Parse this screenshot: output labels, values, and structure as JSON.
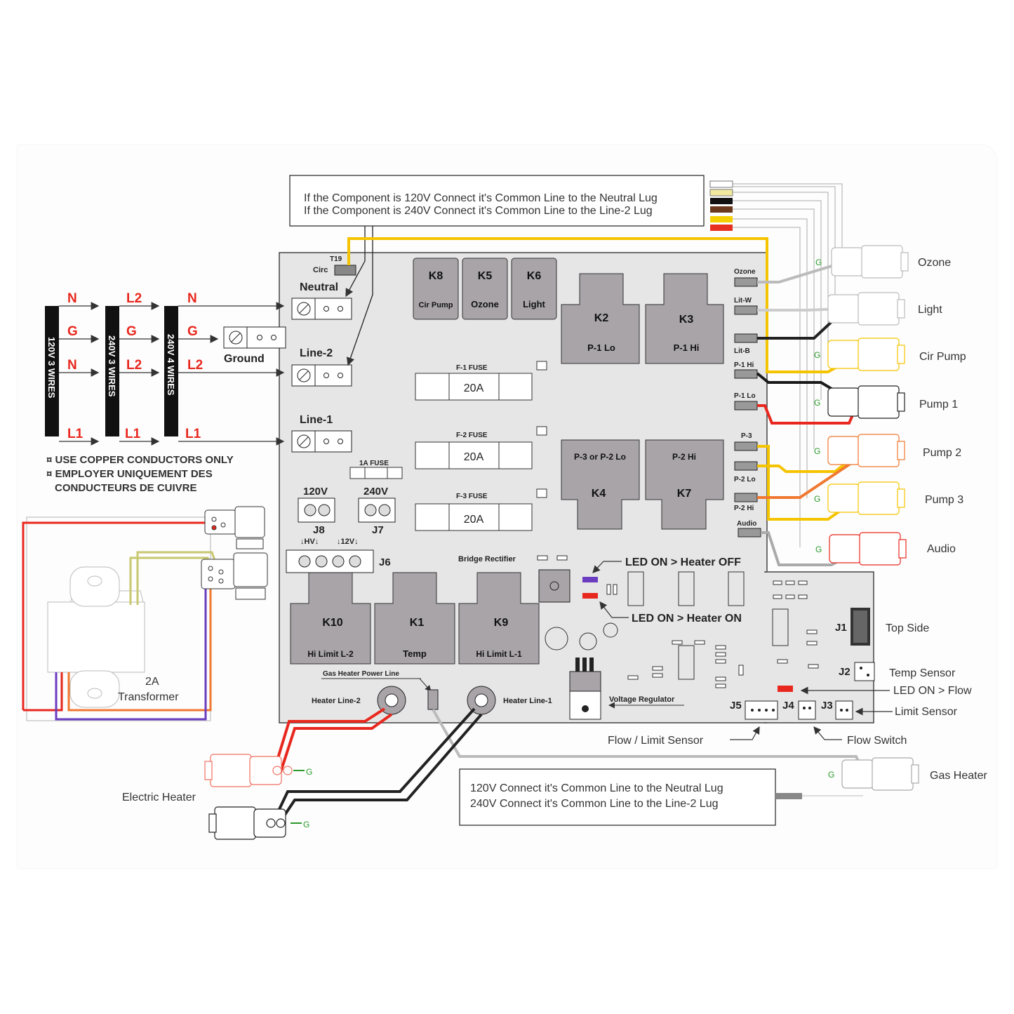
{
  "notes": {
    "top_line1": "If the Component is 120V Connect it's Common Line to the Neutral Lug",
    "top_line2": "If the Component is 240V Connect it's Common Line to the Line-2 Lug",
    "bottom_line1": "120V Connect it's Common Line to the Neutral Lug",
    "bottom_line2": "240V Connect it's Common Line to the Line-2 Lug",
    "copper1": "¤ USE COPPER CONDUCTORS ONLY",
    "copper2": "¤ EMPLOYER UNIQUEMENT DES",
    "copper3": "CONDUCTEURS DE CUIVRE"
  },
  "supply": {
    "wires120": "120V 3 WIRES",
    "wires240_3": "240V 3 WIRES",
    "wires240_4": "240V 4 WIRES",
    "col1": [
      "N",
      "G",
      "N",
      "L1"
    ],
    "col2": [
      "L2",
      "G",
      "L2",
      "L1"
    ],
    "col3": [
      "N",
      "G",
      "L2",
      "L1"
    ]
  },
  "lugs": {
    "neutral": "Neutral",
    "line2": "Line-2",
    "line1": "Line-1",
    "ground": "Ground",
    "t19": "T19",
    "circ": "Circ"
  },
  "relays": {
    "k8": "K8",
    "k8_sub": "Cir Pump",
    "k5": "K5",
    "k5_sub": "Ozone",
    "k6": "K6",
    "k6_sub": "Light",
    "k2": "K2",
    "k2_sub": "P-1 Lo",
    "k3": "K3",
    "k3_sub": "P-1 Hi",
    "k4": "K4",
    "k4_sub": "P-3 or P-2 Lo",
    "k7": "K7",
    "k7_sub": "P-2 Hi",
    "k10": "K10",
    "k10_sub": "Hi Limit L-2",
    "k1": "K1",
    "k1_sub": "Temp",
    "k9": "K9",
    "k9_sub": "Hi Limit L-1"
  },
  "fuses": {
    "f1": "F-1 FUSE",
    "f2": "F-2 FUSE",
    "f3": "F-3 FUSE",
    "rating": "20A",
    "small": "1A FUSE"
  },
  "jumpers": {
    "v120": "120V",
    "v240": "240V",
    "j8": "J8",
    "j7": "J7",
    "j6": "J6",
    "hv": "↓HV↓",
    "v12": "↓12V↓"
  },
  "board": {
    "bridge": "Bridge Rectifier",
    "led_off": "LED ON > Heater OFF",
    "led_on": "LED ON > Heater ON",
    "gas_line": "Gas Heater Power Line",
    "heater_l2": "Heater Line-2",
    "heater_l1": "Heater Line-1",
    "vreg": "Voltage Regulator"
  },
  "ports": {
    "ozone": "Ozone",
    "litw": "Lit-W",
    "litb": "Lit-B",
    "p1hi": "P-1 Hi",
    "p1lo": "P-1 Lo",
    "p3": "P-3",
    "p2lo": "P-2 Lo",
    "p2hi": "P-2 Hi",
    "audio": "Audio"
  },
  "outputs": [
    "Ozone",
    "Light",
    "Cir Pump",
    "Pump 1",
    "Pump 2",
    "Pump 3",
    "Audio",
    "Gas Heater"
  ],
  "sensors": {
    "j1": "J1",
    "top_side": "Top Side",
    "j2": "J2",
    "temp": "Temp Sensor",
    "led_flow": "LED ON > Flow",
    "j5": "J5",
    "j4": "J4",
    "j3": "J3",
    "limit": "Limit Sensor",
    "flow_limit": "Flow / Limit Sensor",
    "flow_switch": "Flow Switch"
  },
  "transformer": {
    "rating": "2A",
    "label": "Transformer"
  },
  "electric_heater": "Electric Heater",
  "ground_mark": "G",
  "colors": {
    "red": "#e8281e",
    "yellow": "#f5c400",
    "black": "#1a1a1a",
    "gray": "#9a9a9a",
    "orange": "#f07830",
    "purple": "#6a3cc0",
    "board": "#e6e6e6",
    "relay": "#a8a4a8"
  }
}
